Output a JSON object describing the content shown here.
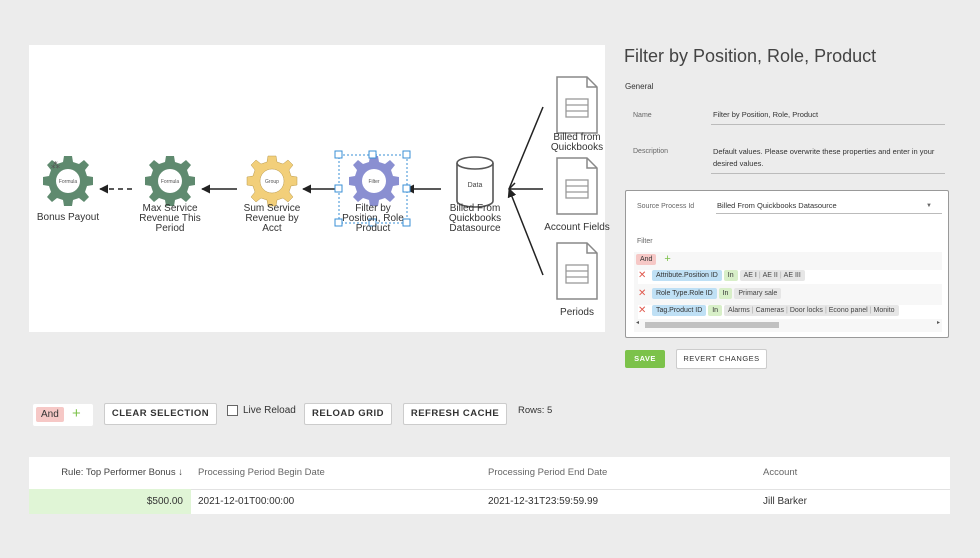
{
  "nodes": {
    "bonus_payout": {
      "label": "Bonus Payout",
      "icon_text": "Formula"
    },
    "max_service": {
      "label_lines": [
        "Max Service",
        "Revenue This",
        "Period"
      ],
      "icon_text": "Formula"
    },
    "sum_service": {
      "label_lines": [
        "Sum Service",
        "Revenue by",
        "Acct"
      ],
      "icon_text": "Group"
    },
    "filter": {
      "label_lines": [
        "Filter by",
        "Position, Role",
        "Product"
      ],
      "icon_text": "Filter"
    },
    "billed_from_qb": {
      "label_lines": [
        "Billed From",
        "Quickbooks",
        "Datasource"
      ],
      "icon_text": "Data"
    },
    "doc_billed": {
      "label_lines": [
        "Billed from",
        "Quickbooks"
      ]
    },
    "doc_account": {
      "label": "Account Fields"
    },
    "doc_periods": {
      "label": "Periods"
    }
  },
  "colors": {
    "formula_gear": "#5f8a6f",
    "group_gear": "#f2cf7a",
    "filter_gear": "#8a8fd1",
    "save_green": "#7cc24a"
  },
  "panel": {
    "title": "Filter by Position, Role, Product",
    "section": "General",
    "name_label": "Name",
    "name_value": "Filter by Position, Role, Product",
    "description_label": "Description",
    "description_value": "Default values. Please overwrite these properties and enter in your desired values.",
    "source_label": "Source Process Id",
    "source_value": "Billed From Quickbooks Datasource",
    "filter_label": "Filter",
    "and_chip": "And",
    "add_icon": "+",
    "remove_icon": "✕",
    "rows": [
      {
        "field": "Attribute.Position ID",
        "op": "In",
        "values": [
          "AE I",
          "AE II",
          "AE III"
        ]
      },
      {
        "field": "Role Type.Role ID",
        "op": "In",
        "values": [
          "Primary sale"
        ]
      },
      {
        "field": "Tag.Product ID",
        "op": "In",
        "values": [
          "Alarms",
          "Cameras",
          "Door locks",
          "Econo panel",
          "Monito"
        ]
      }
    ],
    "save_label": "SAVE",
    "revert_label": "REVERT CHANGES"
  },
  "toolbar": {
    "and_chip": "And",
    "add_icon": "+",
    "clear_selection": "CLEAR SELECTION",
    "live_reload": "Live Reload",
    "reload_grid": "RELOAD GRID",
    "refresh_cache": "REFRESH CACHE",
    "rows": "Rows: 5"
  },
  "grid": {
    "headers": [
      "Rule: Top Performer Bonus ↓",
      "Processing Period Begin Date",
      "Processing Period End Date",
      "Account"
    ],
    "rows": [
      [
        "$500.00",
        "2021-12-01T00:00:00",
        "2021-12-31T23:59:59.99",
        "Jill Barker"
      ]
    ]
  }
}
